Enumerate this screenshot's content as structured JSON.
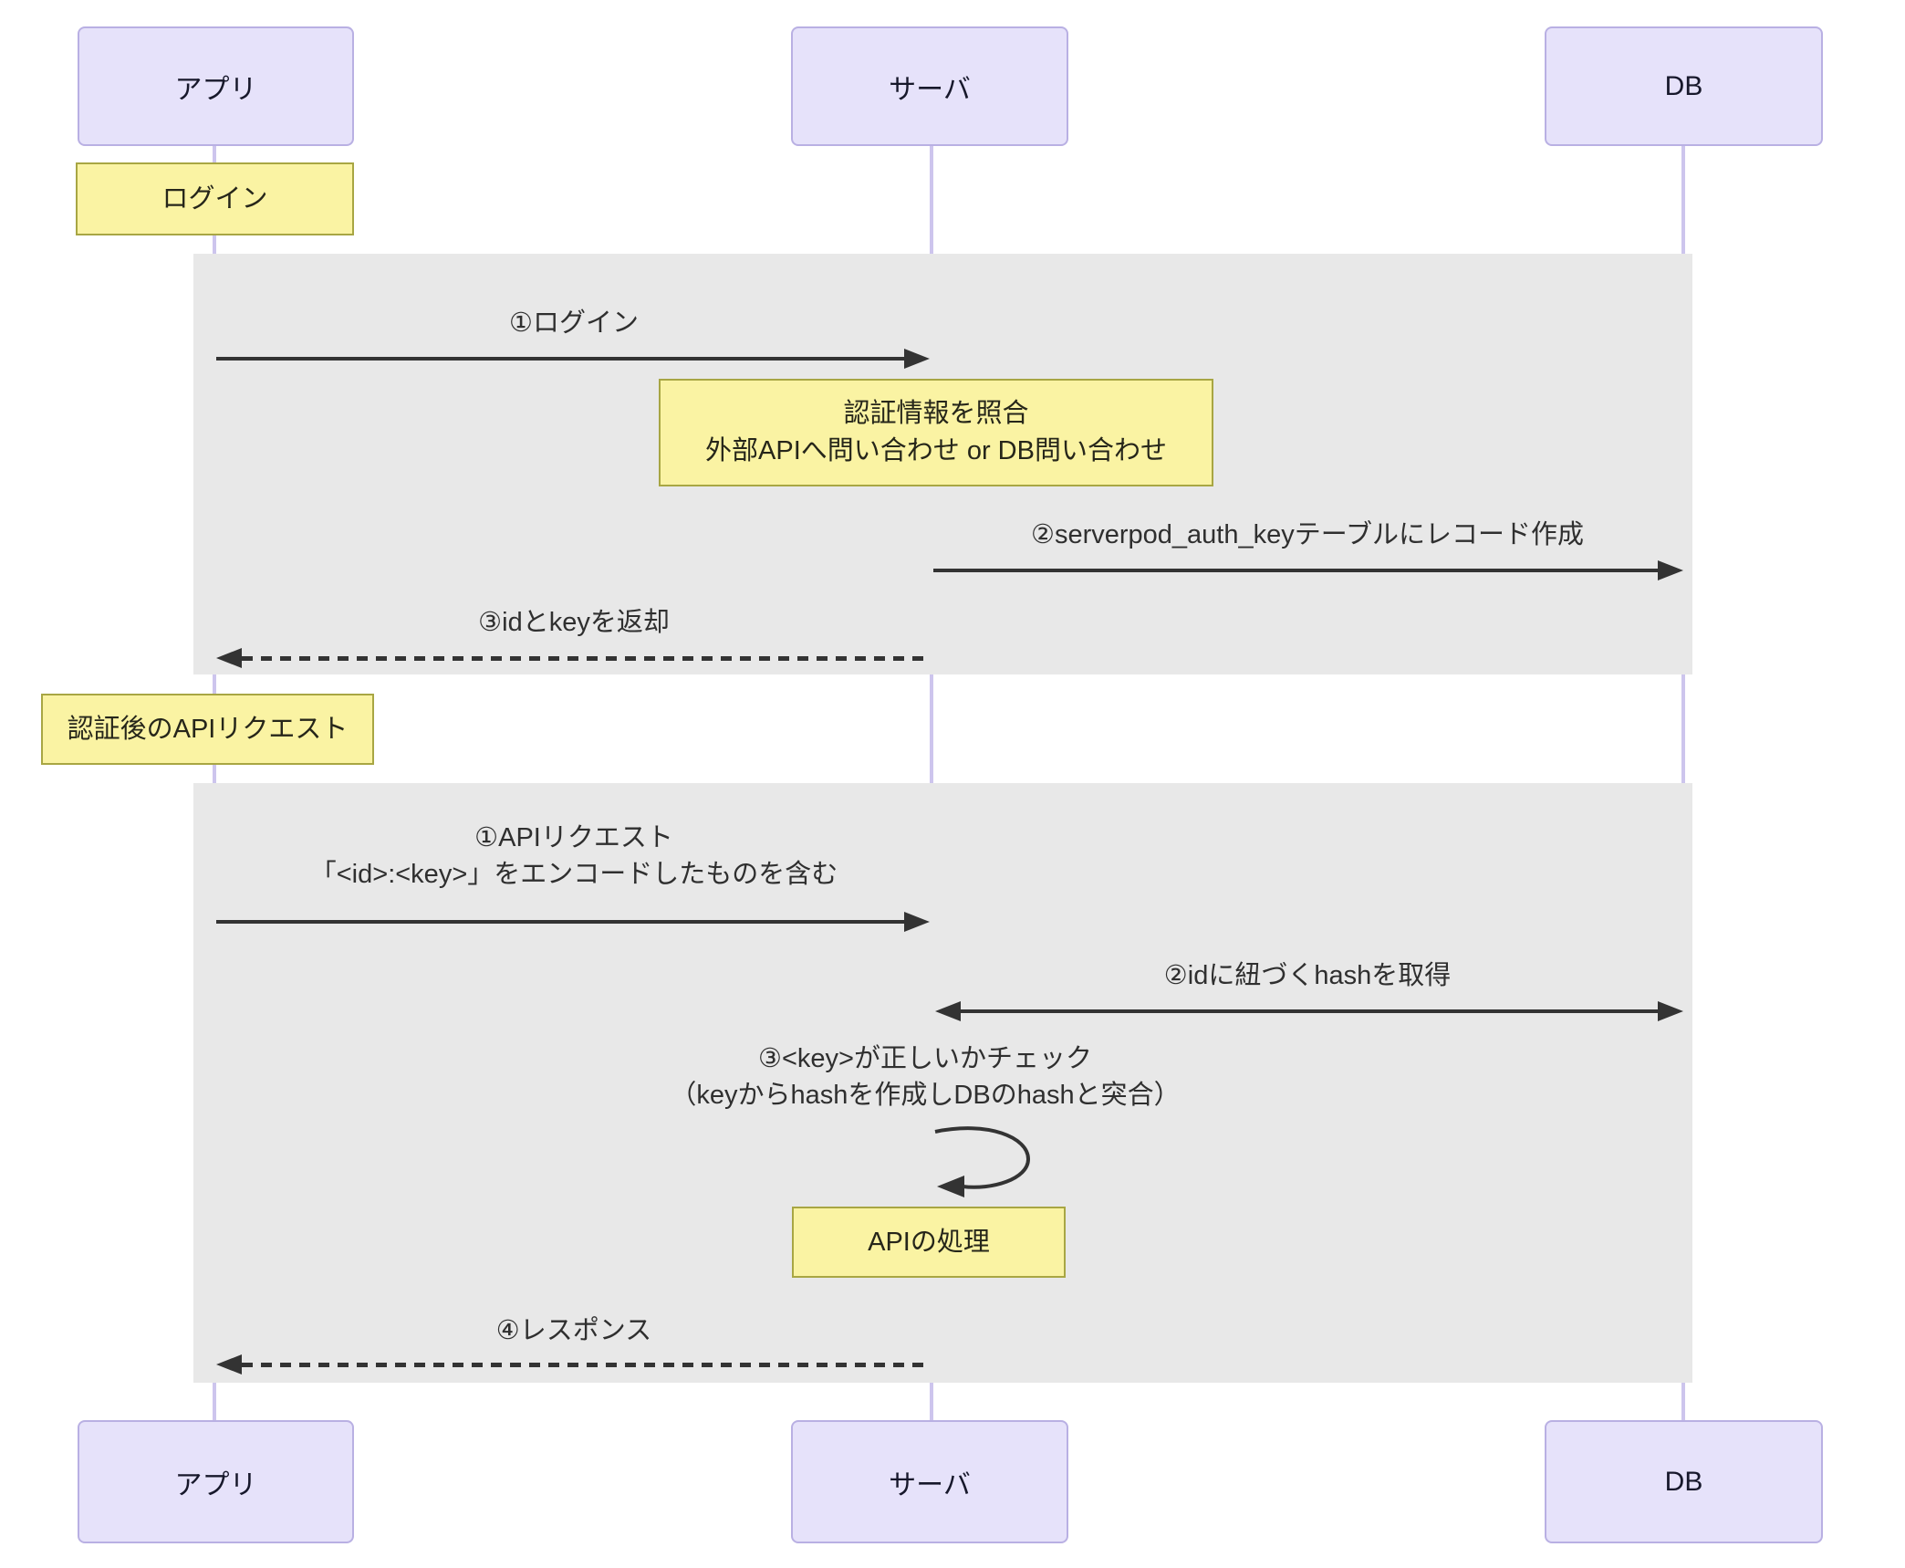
{
  "diagram_type": "sequence-diagram",
  "colors": {
    "actor_fill": "#e6e2fa",
    "actor_border": "#b9b0e3",
    "note_fill": "#faf3a3",
    "note_border": "#a8a643",
    "section_background": "#e8e8e8",
    "lifeline": "#cdc5ed",
    "arrow": "#333333",
    "page_background": "#ffffff"
  },
  "actors": [
    {
      "label": "アプリ"
    },
    {
      "label": "サーバ"
    },
    {
      "label": "DB"
    }
  ],
  "section_labels": [
    {
      "label": "ログイン"
    },
    {
      "label": "認証後のAPIリクエスト"
    }
  ],
  "notes": [
    {
      "over": "サーバ",
      "lines": [
        "認証情報を照合",
        "外部APIへ問い合わせ or DB問い合わせ"
      ]
    },
    {
      "over": "サーバ",
      "lines": [
        "APIの処理"
      ]
    }
  ],
  "messages": [
    {
      "label": "①ログイン",
      "from": "アプリ",
      "to": "サーバ",
      "line": "solid"
    },
    {
      "label": "②serverpod_auth_keyテーブルにレコード作成",
      "from": "サーバ",
      "to": "DB",
      "line": "solid"
    },
    {
      "label": "③idとkeyを返却",
      "from": "サーバ",
      "to": "アプリ",
      "line": "dashed"
    },
    {
      "label": "①APIリクエスト",
      "label2": "「<id>:<key>」をエンコードしたものを含む",
      "from": "アプリ",
      "to": "サーバ",
      "line": "solid"
    },
    {
      "label": "②idに紐づくhashを取得",
      "from": "サーバ",
      "to": "DB",
      "line": "solid-bidirectional"
    },
    {
      "label": "③<key>が正しいかチェック",
      "label2": "（keyからhashを作成しDBのhashと突合）",
      "from": "サーバ",
      "to": "サーバ",
      "line": "self-loop"
    },
    {
      "label": "④レスポンス",
      "from": "サーバ",
      "to": "アプリ",
      "line": "dashed"
    }
  ]
}
